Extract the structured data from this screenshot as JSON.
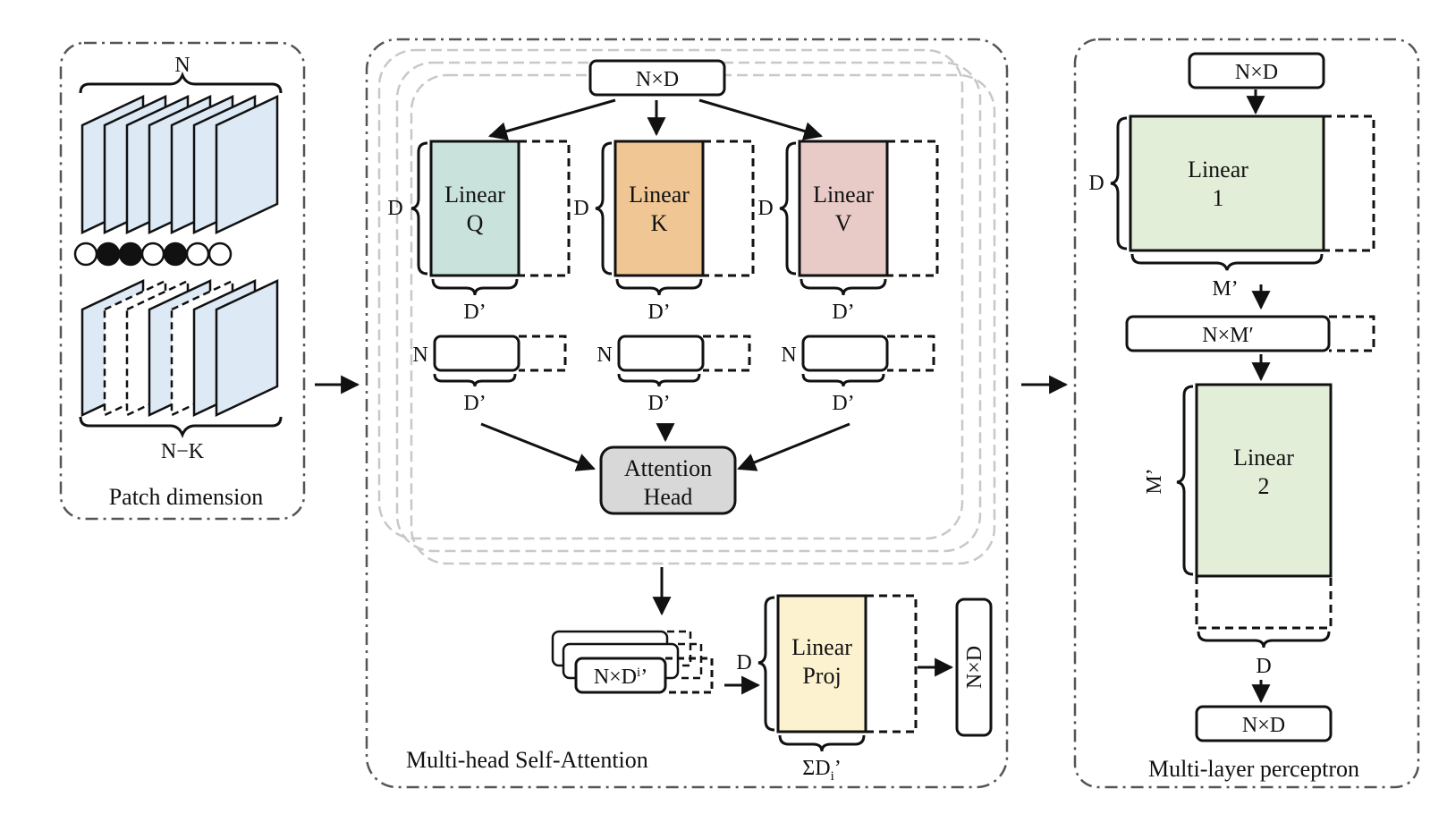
{
  "patch_panel": {
    "top_label": "N",
    "bottom_label": "N−K",
    "caption": "Patch dimension",
    "mask_dots": [
      false,
      true,
      true,
      false,
      true,
      false,
      false
    ]
  },
  "mhsa_panel": {
    "input_label": "N×D",
    "caption": "Multi-head Self-Attention",
    "linears": [
      {
        "line1": "Linear",
        "line2": "Q",
        "color": "#c9e2dc",
        "left_label": "D",
        "bottom_label": "D’",
        "out_left": "N",
        "out_bottom": "D’"
      },
      {
        "line1": "Linear",
        "line2": "K",
        "color": "#efc694",
        "left_label": "D",
        "bottom_label": "D’",
        "out_left": "N",
        "out_bottom": "D’"
      },
      {
        "line1": "Linear",
        "line2": "V",
        "color": "#e8cbc6",
        "left_label": "D",
        "bottom_label": "D’",
        "out_left": "N",
        "out_bottom": "D’"
      }
    ],
    "attention": {
      "line1": "Attention",
      "line2": "Head",
      "color": "#d8d8d8"
    },
    "concat": {
      "label": "N×D",
      "sub": "i",
      "suffix": "’"
    },
    "proj": {
      "line1": "Linear",
      "line2": "Proj",
      "color": "#fdf2cf",
      "left_label": "D",
      "bottom_label": "ΣD",
      "bottom_sub": "i",
      "bottom_suffix": "’"
    },
    "output_label": "N×D"
  },
  "mlp_panel": {
    "input_label": "N×D",
    "linear1": {
      "line1": "Linear",
      "line2": "1",
      "color": "#e3eed9",
      "left_label": "D",
      "bottom_label": "M’"
    },
    "mid_label": "N×M′",
    "linear2": {
      "line1": "Linear",
      "line2": "2",
      "color": "#e3eed9",
      "left_label": "M’",
      "bottom_label": "D"
    },
    "output_label": "N×D",
    "caption": "Multi-layer perceptron"
  },
  "colors": {
    "stroke": "#111111",
    "panel_border": "#555555",
    "ghost": "#c8c8c8",
    "patch": "#dde9f5"
  }
}
